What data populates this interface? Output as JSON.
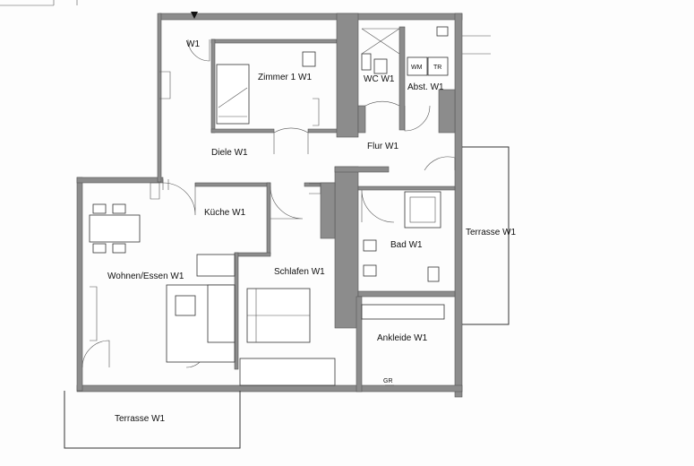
{
  "rooms": {
    "entry_w1": "W1",
    "zimmer1": "Zimmer 1 W1",
    "wc": "WC W1",
    "wm": "WM",
    "tr": "TR",
    "abst": "Abst. W1",
    "diele": "Diele W1",
    "flur": "Flur W1",
    "kueche": "Küche W1",
    "wohnen": "Wohnen/Essen  W1",
    "schlafen": "Schlafen W1",
    "bad": "Bad W1",
    "ankleide": "Ankleide W1",
    "terrasse_east": "Terrasse W1",
    "terrasse_south": "Terrasse W1",
    "gr": "GR"
  },
  "icons": {
    "entry": "triangle-entry-arrow-icon"
  }
}
